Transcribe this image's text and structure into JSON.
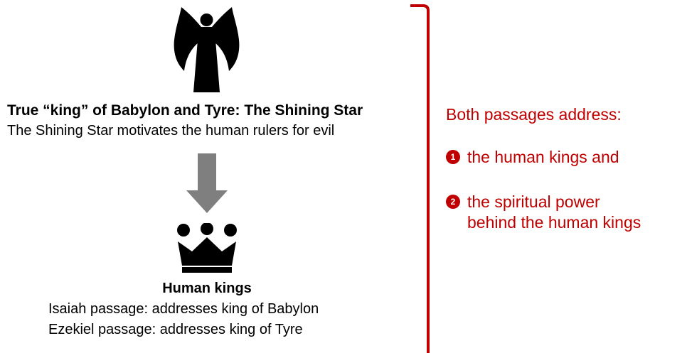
{
  "left": {
    "star": {
      "title": "True “king” of Babylon and Tyre: The Shining Star",
      "description": "The Shining Star motivates the human rulers for evil",
      "icon": "winged-angel-silhouette-icon"
    },
    "arrow_icon": "down-arrow-icon",
    "kings": {
      "title": "Human kings",
      "lines": [
        "Isaiah passage: addresses king of Babylon",
        "Ezekiel passage: addresses king of Tyre"
      ],
      "icon": "crown-icon"
    }
  },
  "right": {
    "heading": "Both passages address:",
    "points": [
      {
        "number": "1",
        "lines": [
          "the human kings and"
        ]
      },
      {
        "number": "2",
        "lines": [
          "the spiritual power",
          "behind the human kings"
        ]
      }
    ]
  },
  "colors": {
    "accent": "#c00000",
    "arrow": "#7f7f7f",
    "text": "#000000"
  }
}
